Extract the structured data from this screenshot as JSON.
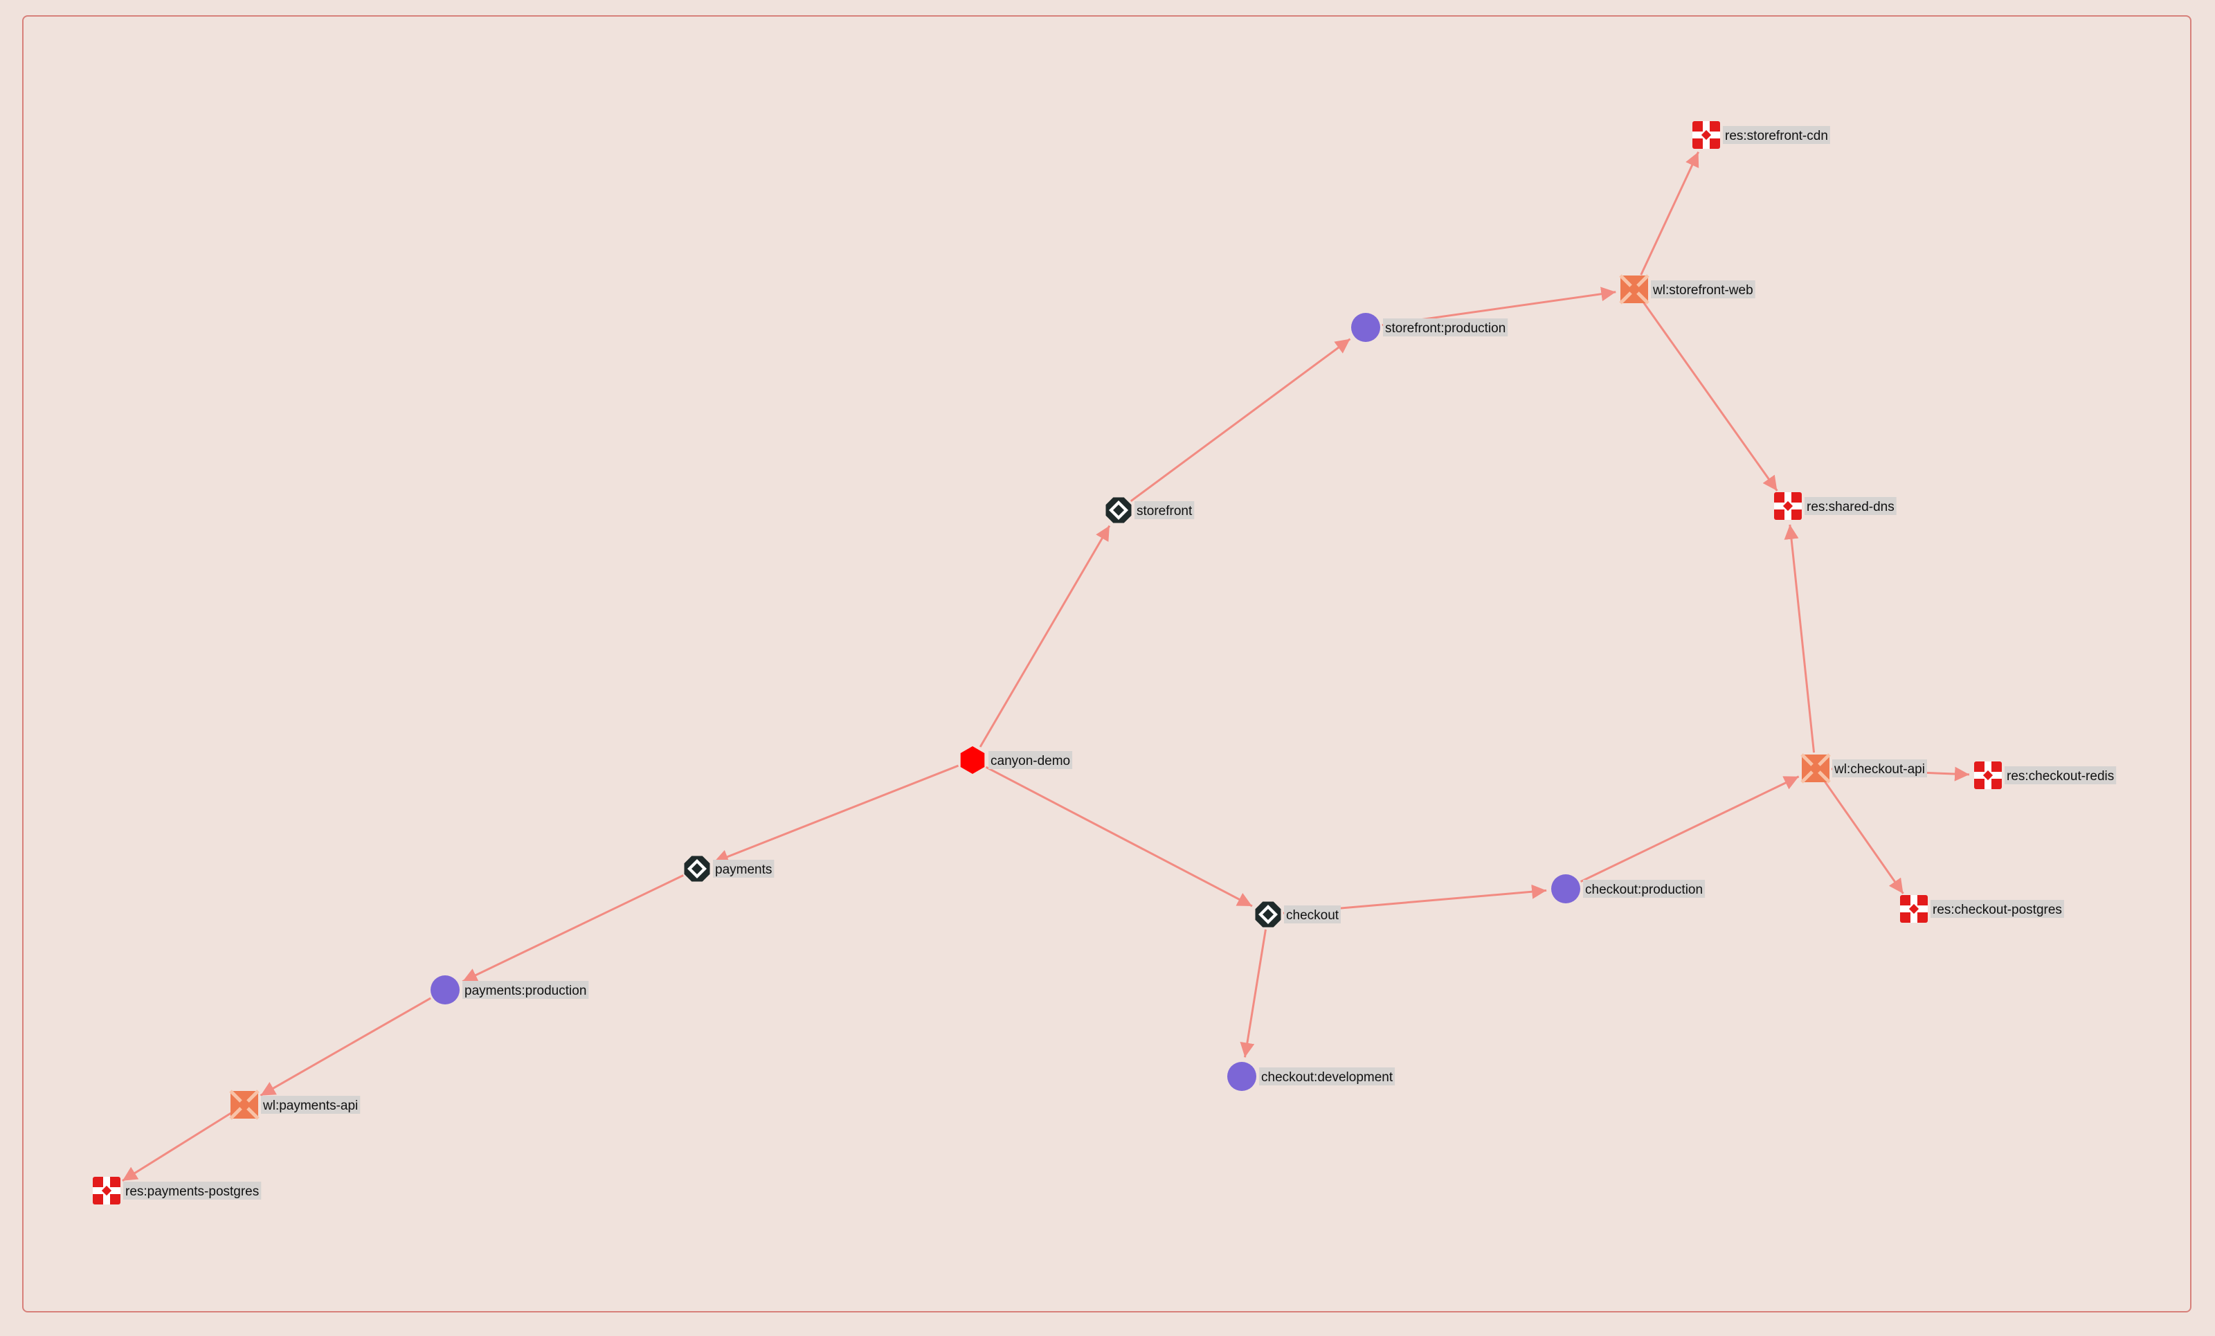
{
  "theme": {
    "background": "#f0e2dc",
    "frame_border": "#d7807a",
    "edge_color": "#f28b82",
    "label_background": "#d6d3d1"
  },
  "node_types": {
    "organization": {
      "icon": "hexagon-icon",
      "color": "#ff0000"
    },
    "application": {
      "icon": "diamond-badge-icon",
      "color": "#1f2a2a"
    },
    "environment": {
      "icon": "circle-icon",
      "color": "#7c66d6"
    },
    "workload": {
      "icon": "workload-x-icon",
      "color": "#ee7a50"
    },
    "resource": {
      "icon": "resource-cross-icon",
      "color": "#e31b1b"
    }
  },
  "nodes": [
    {
      "id": "canyon-demo",
      "type": "organization",
      "label": "canyon-demo"
    },
    {
      "id": "storefront",
      "type": "application",
      "label": "storefront"
    },
    {
      "id": "payments",
      "type": "application",
      "label": "payments"
    },
    {
      "id": "checkout",
      "type": "application",
      "label": "checkout"
    },
    {
      "id": "storefront-production",
      "type": "environment",
      "label": "storefront:production"
    },
    {
      "id": "payments-production",
      "type": "environment",
      "label": "payments:production"
    },
    {
      "id": "checkout-production",
      "type": "environment",
      "label": "checkout:production"
    },
    {
      "id": "checkout-development",
      "type": "environment",
      "label": "checkout:development"
    },
    {
      "id": "wl-storefront-web",
      "type": "workload",
      "label": "wl:storefront-web"
    },
    {
      "id": "wl-checkout-api",
      "type": "workload",
      "label": "wl:checkout-api"
    },
    {
      "id": "wl-payments-api",
      "type": "workload",
      "label": "wl:payments-api"
    },
    {
      "id": "res-storefront-cdn",
      "type": "resource",
      "label": "res:storefront-cdn"
    },
    {
      "id": "res-shared-dns",
      "type": "resource",
      "label": "res:shared-dns"
    },
    {
      "id": "res-checkout-redis",
      "type": "resource",
      "label": "res:checkout-redis"
    },
    {
      "id": "res-checkout-postgres",
      "type": "resource",
      "label": "res:checkout-postgres"
    },
    {
      "id": "res-payments-postgres",
      "type": "resource",
      "label": "res:payments-postgres"
    }
  ],
  "edges": [
    {
      "from": "canyon-demo",
      "to": "storefront"
    },
    {
      "from": "canyon-demo",
      "to": "payments"
    },
    {
      "from": "canyon-demo",
      "to": "checkout"
    },
    {
      "from": "storefront",
      "to": "storefront-production"
    },
    {
      "from": "storefront-production",
      "to": "wl-storefront-web"
    },
    {
      "from": "wl-storefront-web",
      "to": "res-storefront-cdn"
    },
    {
      "from": "wl-storefront-web",
      "to": "res-shared-dns"
    },
    {
      "from": "checkout",
      "to": "checkout-production"
    },
    {
      "from": "checkout",
      "to": "checkout-development"
    },
    {
      "from": "checkout-production",
      "to": "wl-checkout-api"
    },
    {
      "from": "wl-checkout-api",
      "to": "res-shared-dns"
    },
    {
      "from": "wl-checkout-api",
      "to": "res-checkout-redis"
    },
    {
      "from": "wl-checkout-api",
      "to": "res-checkout-postgres"
    },
    {
      "from": "payments",
      "to": "payments-production"
    },
    {
      "from": "payments-production",
      "to": "wl-payments-api"
    },
    {
      "from": "wl-payments-api",
      "to": "res-payments-postgres"
    }
  ]
}
